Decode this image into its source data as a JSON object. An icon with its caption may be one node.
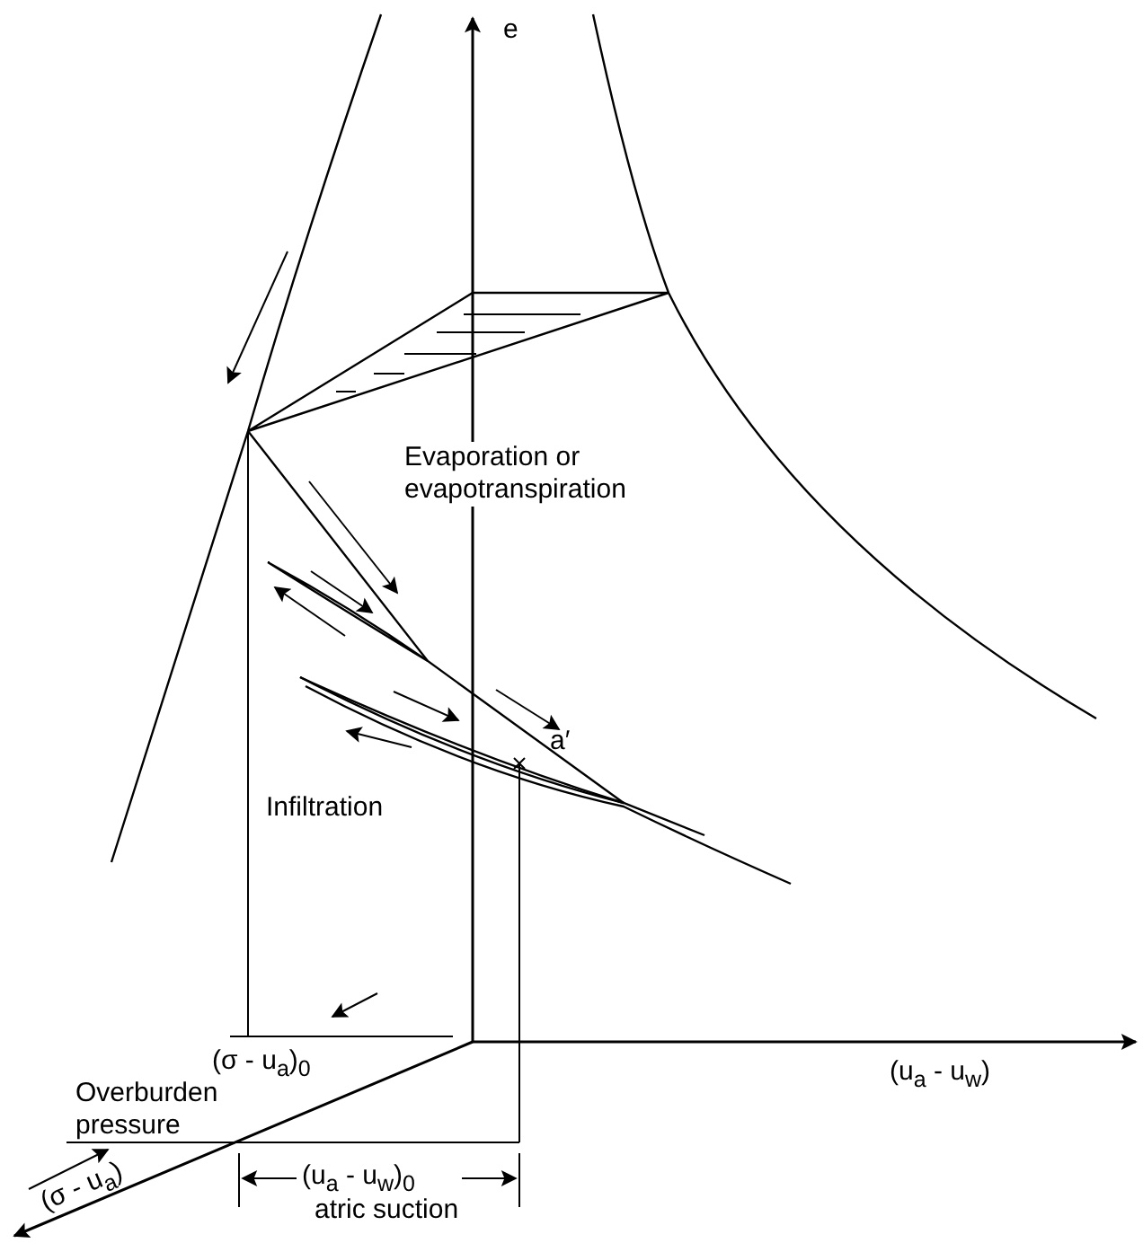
{
  "diagram": {
    "labels": [
      "e",
      "Evaporation or evapotranspiration",
      "a′",
      "Infiltration",
      "(σ - u$_{a}$)$_{0}$",
      "(u$_{a}$ - u$_{w}$)",
      "Overburden pressure",
      "(u$_{a}$ - u$_{w}$)$_{0}$",
      "atric suction",
      "(σ - u$_{a}$)"
    ]
  }
}
